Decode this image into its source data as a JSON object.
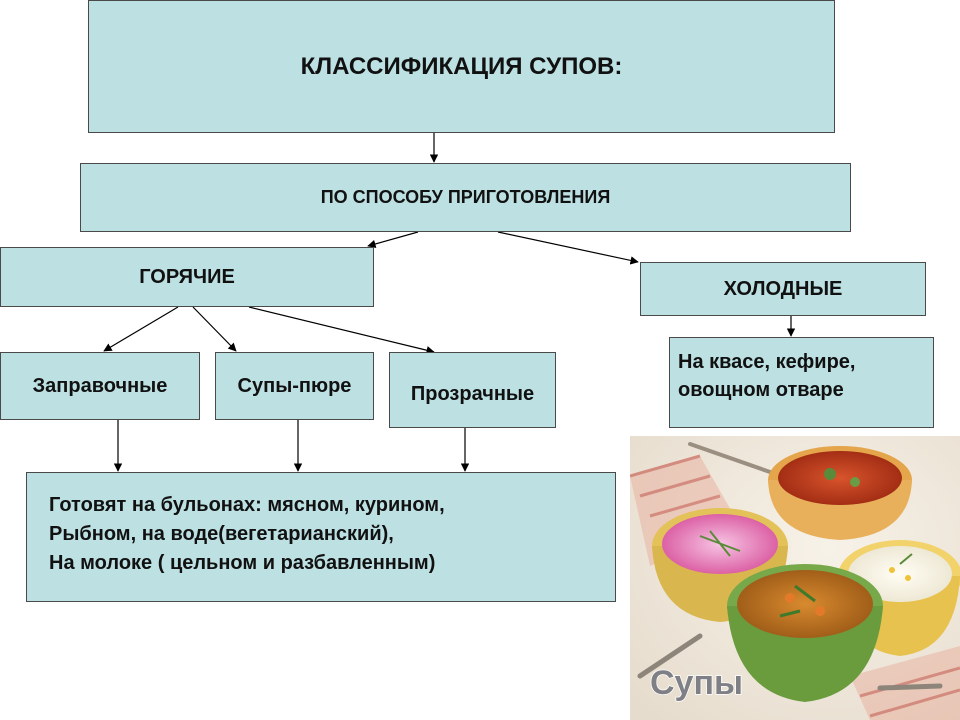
{
  "title": "КЛАССИФИКАЦИЯ СУПОВ:",
  "method": "ПО СПОСОБУ ПРИГОТОВЛЕНИЯ",
  "hot": "ГОРЯЧИЕ",
  "cold": "ХОЛОДНЫЕ",
  "hot_types": {
    "zapravochnye": "Заправочные",
    "pure": "Супы-пюре",
    "prozrachnye": "Прозрачные"
  },
  "cold_desc": {
    "line1": "На квасе, кефире,",
    "line2": "овощном отваре"
  },
  "hot_desc": {
    "line1": "Готовят на бульонах: мясном, курином,",
    "line2": "Рыбном, на воде(вегетарианский),",
    "line3": "На молоке ( цельном и разбавленным)"
  },
  "photo": {
    "caption": "Супы",
    "soups": [
      "beet-kefir-soup",
      "tomato-meat-soup",
      "vegetable-clear-soup",
      "milk-corn-soup"
    ]
  },
  "colors": {
    "box_fill": "#bde0e3",
    "box_border": "#4a4a4a",
    "arrow": "#000000"
  }
}
